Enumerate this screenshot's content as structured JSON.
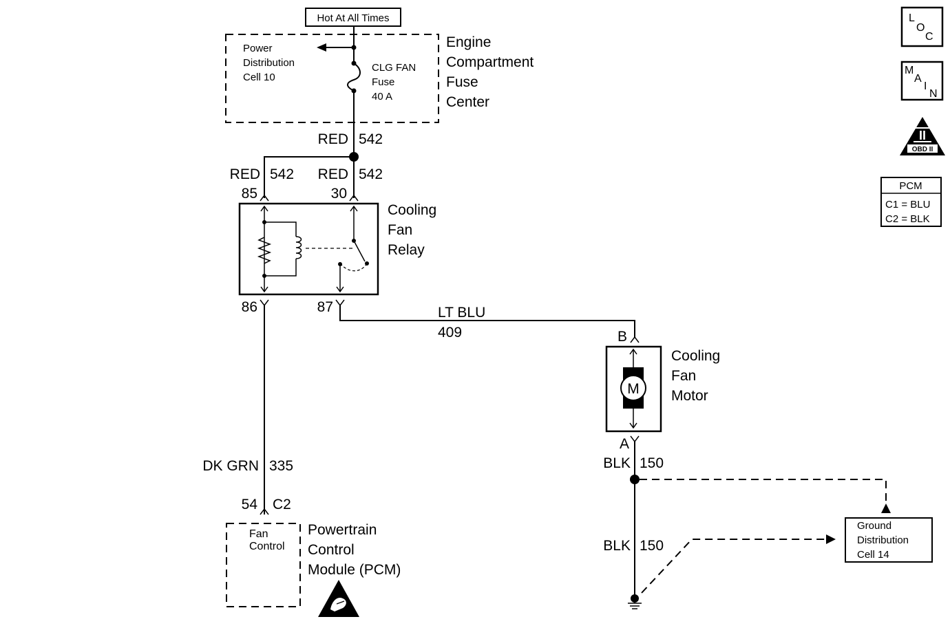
{
  "top_label": "Hot At All Times",
  "fuse_center": {
    "title_lines": [
      "Engine",
      "Compartment",
      "Fuse",
      "Center"
    ],
    "power_ref_lines": [
      "Power",
      "Distribution",
      "Cell 10"
    ],
    "fuse_lines": [
      "CLG FAN",
      "Fuse",
      "40 A"
    ]
  },
  "wires": {
    "feed": {
      "color": "RED",
      "circuit": "542"
    },
    "relay_85": {
      "color": "RED",
      "circuit": "542"
    },
    "relay_30": {
      "color": "RED",
      "circuit": "542"
    },
    "relay_to_motor": {
      "color": "LT BLU",
      "circuit": "409"
    },
    "relay_to_pcm": {
      "color": "DK GRN",
      "circuit": "335"
    },
    "motor_ground_1": {
      "color": "BLK",
      "circuit": "150"
    },
    "motor_ground_2": {
      "color": "BLK",
      "circuit": "150"
    }
  },
  "relay": {
    "title_lines": [
      "Cooling",
      "Fan",
      "Relay"
    ],
    "pins": {
      "p85": "85",
      "p30": "30",
      "p86": "86",
      "p87": "87"
    }
  },
  "motor": {
    "title_lines": [
      "Cooling",
      "Fan",
      "Motor"
    ],
    "symbol": "M",
    "pins": {
      "b": "B",
      "a": "A"
    }
  },
  "pcm": {
    "title_lines": [
      "Powertrain",
      "Control",
      "Module (PCM)"
    ],
    "internal_lines": [
      "Fan",
      "Control"
    ],
    "pin": "54",
    "connector": "C2",
    "esd_icon": "esd-warning-icon"
  },
  "ground_ref": {
    "lines": [
      "Ground",
      "Distribution",
      "Cell 14"
    ]
  },
  "side_buttons": {
    "loc": {
      "l": "L",
      "o": "O",
      "c": "C"
    },
    "main": {
      "m": "M",
      "a": "A",
      "i": "I",
      "n": "N"
    },
    "obd": {
      "roman": "II",
      "label": "OBD II"
    }
  },
  "pcm_legend": {
    "title": "PCM",
    "rows": [
      "C1 = BLU",
      "C2 = BLK"
    ]
  }
}
